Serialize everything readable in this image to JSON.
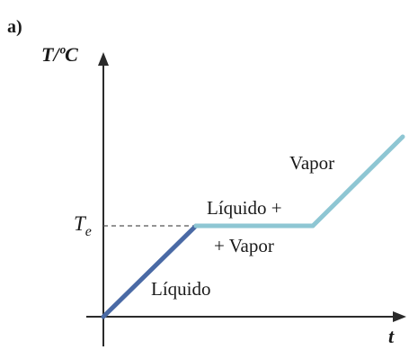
{
  "panel_label": "a)",
  "chart_data": {
    "type": "line",
    "ylabel": "T/ºC",
    "xlabel": "t",
    "y_tick_label": {
      "base": "T",
      "subscript": "e"
    },
    "x": [
      0,
      1,
      2,
      3
    ],
    "y": [
      0,
      1,
      1,
      2
    ],
    "segments": [
      {
        "from": 0,
        "to": 1,
        "color": "#4a6aa5",
        "label": "Líquido"
      },
      {
        "from": 1,
        "to": 2,
        "color": "#8ec6d3",
        "label_lines": [
          "Líquido +",
          "+ Vapor"
        ]
      },
      {
        "from": 2,
        "to": 3,
        "color": "#8ec6d3",
        "label": "Vapor"
      }
    ],
    "reference_line": {
      "y": 1,
      "style": "dashed"
    },
    "grid": false,
    "axis_arrows": true
  }
}
